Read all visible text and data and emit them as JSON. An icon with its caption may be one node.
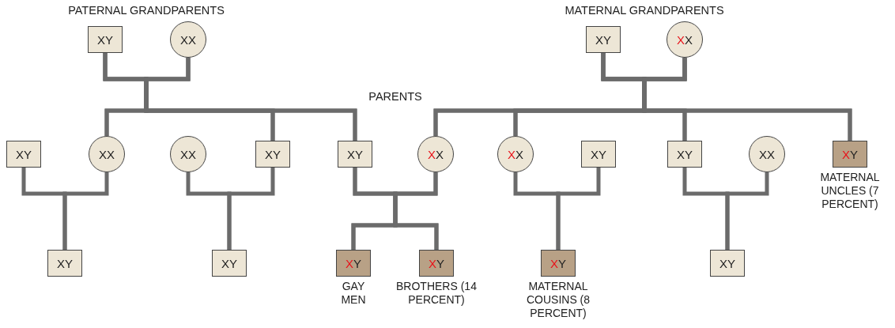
{
  "diagram": {
    "nodes": [
      {
        "text": [
          "XY"
        ]
      },
      {
        "text": [
          "XX"
        ]
      },
      {
        "text": [
          "XY"
        ]
      },
      {
        "text": [
          "XX"
        ]
      },
      {
        "text": [
          "XY"
        ]
      },
      {
        "text": [
          "XX"
        ]
      },
      {
        "text": [
          "XX"
        ]
      },
      {
        "text": [
          "XY"
        ]
      },
      {
        "text": [
          "XY"
        ]
      },
      {
        "text": [
          "XX"
        ]
      },
      {
        "text": [
          "XX"
        ]
      },
      {
        "text": [
          "XY"
        ]
      },
      {
        "text": [
          "XY"
        ]
      },
      {
        "text": [
          "XX"
        ]
      },
      {
        "text": [
          "XY"
        ],
        "beside": [
          "MATERNAL UNCLES (7 PERCENT)"
        ]
      },
      {
        "text": [
          "XY"
        ]
      },
      {
        "text": [
          "XY"
        ]
      },
      {
        "text": [
          "XY"
        ],
        "beside": [
          "GAY MEN"
        ]
      },
      {
        "text": [
          "XY"
        ],
        "beside": [
          "BROTHERS (14 PERCENT)"
        ]
      },
      {
        "text": [
          "XY"
        ],
        "beside": [
          "MATERNAL COUSINS (8 PERCENT)"
        ]
      },
      {
        "text": [
          "XY"
        ]
      }
    ],
    "edges": [
      {
        "from": 0,
        "to": 5,
        "arrow": "none"
      },
      {
        "from": 1,
        "to": 5,
        "arrow": "none"
      },
      {
        "from": 0,
        "to": 7,
        "arrow": "none"
      },
      {
        "from": 1,
        "to": 7,
        "arrow": "none"
      },
      {
        "from": 0,
        "to": 8,
        "arrow": "none"
      },
      {
        "from": 1,
        "to": 8,
        "arrow": "none"
      },
      {
        "from": 2,
        "to": 9,
        "arrow": "none"
      },
      {
        "from": 3,
        "to": 9,
        "arrow": "none"
      },
      {
        "from": 2,
        "to": 10,
        "arrow": "none"
      },
      {
        "from": 3,
        "to": 10,
        "arrow": "none"
      },
      {
        "from": 2,
        "to": 12,
        "arrow": "none"
      },
      {
        "from": 3,
        "to": 12,
        "arrow": "none"
      },
      {
        "from": 2,
        "to": 14,
        "arrow": "none"
      },
      {
        "from": 3,
        "to": 14,
        "arrow": "none"
      },
      {
        "from": 4,
        "to": 15,
        "arrow": "none"
      },
      {
        "from": 5,
        "to": 15,
        "arrow": "none"
      },
      {
        "from": 6,
        "to": 16,
        "arrow": "none"
      },
      {
        "from": 7,
        "to": 16,
        "arrow": "none"
      },
      {
        "from": 8,
        "to": 17,
        "arrow": "none"
      },
      {
        "from": 9,
        "to": 17,
        "arrow": "none"
      },
      {
        "from": 8,
        "to": 18,
        "arrow": "none"
      },
      {
        "from": 9,
        "to": 18,
        "arrow": "none"
      },
      {
        "from": 10,
        "to": 19,
        "arrow": "none"
      },
      {
        "from": 11,
        "to": 19,
        "arrow": "none"
      },
      {
        "from": 12,
        "to": 20,
        "arrow": "none"
      },
      {
        "from": 13,
        "to": 20,
        "arrow": "none"
      }
    ],
    "labels": [
      "PATERNAL GRANDPARENTS",
      "MATERNAL GRANDPARENTS",
      "PARENTS"
    ]
  }
}
